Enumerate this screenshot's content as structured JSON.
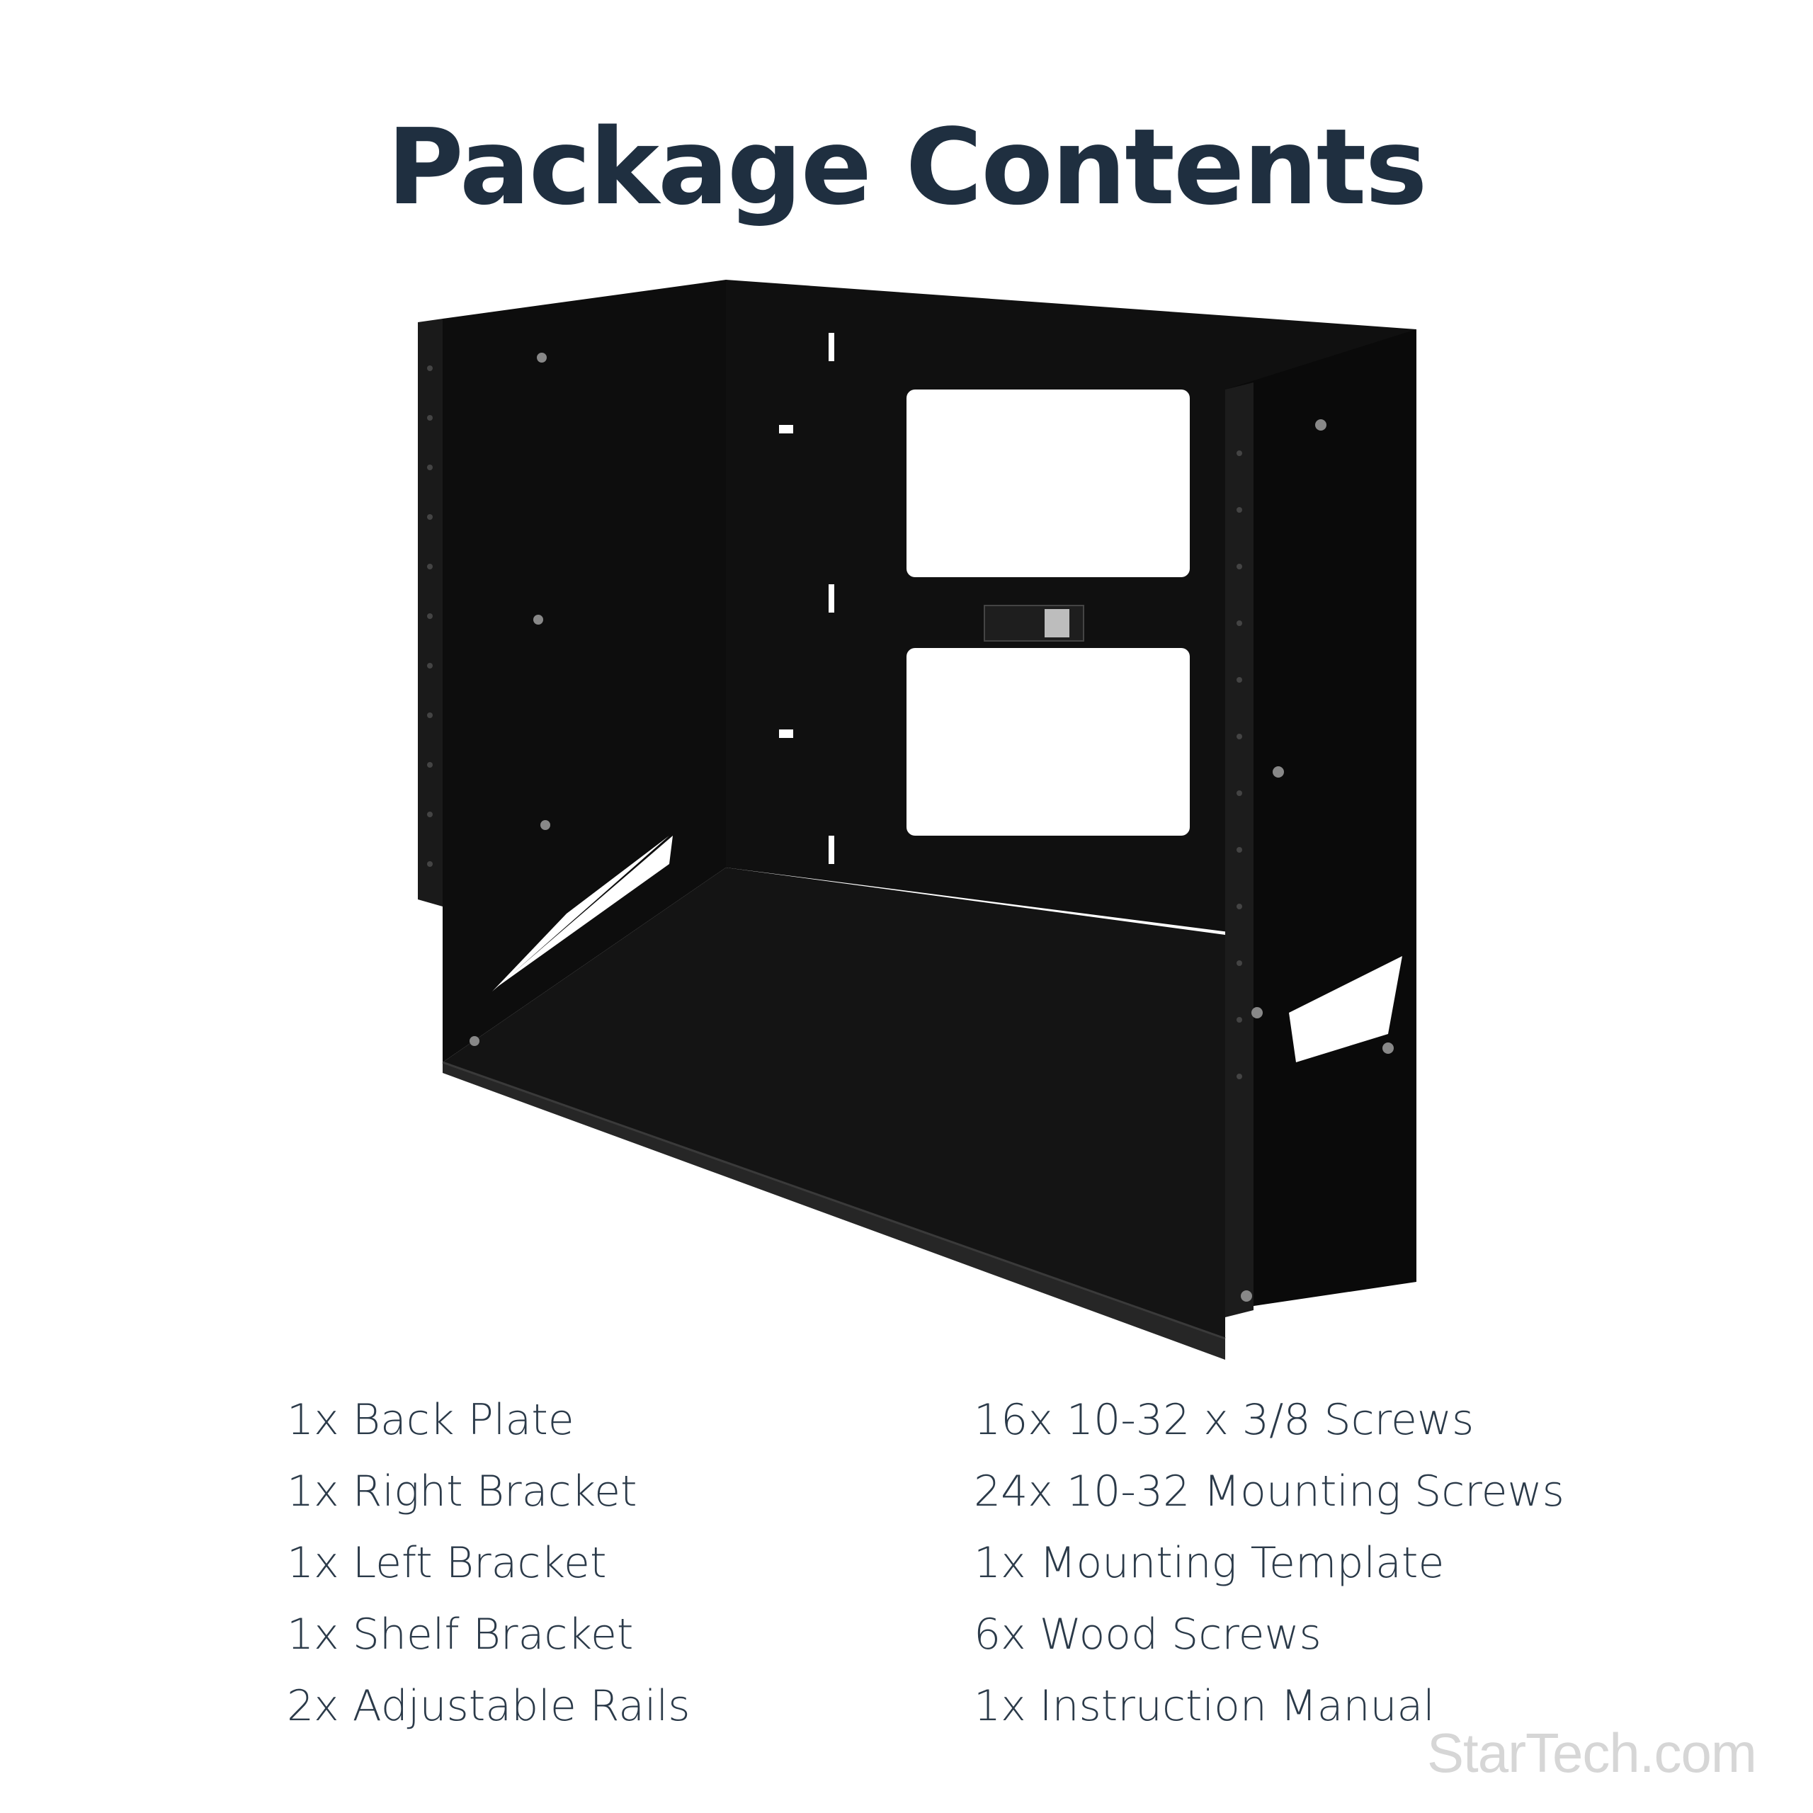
{
  "title": "Package Contents",
  "contents": {
    "left": [
      "1x Back Plate",
      "1x Right Bracket",
      "1x Left Bracket",
      "1x Shelf Bracket",
      "2x Adjustable Rails"
    ],
    "right": [
      "16x 10-32 x 3/8 Screws",
      "24x 10-32 Mounting Screws",
      "1x Mounting Template",
      "6x Wood Screws",
      "1x Instruction Manual"
    ]
  },
  "watermark": "StarTech.com",
  "colors": {
    "title": "#1f2f40",
    "text": "#2b3a49",
    "rack": "#111111",
    "watermark": "#d6d6d6"
  },
  "image": {
    "subject": "wall-mount rack shelf bracket"
  }
}
